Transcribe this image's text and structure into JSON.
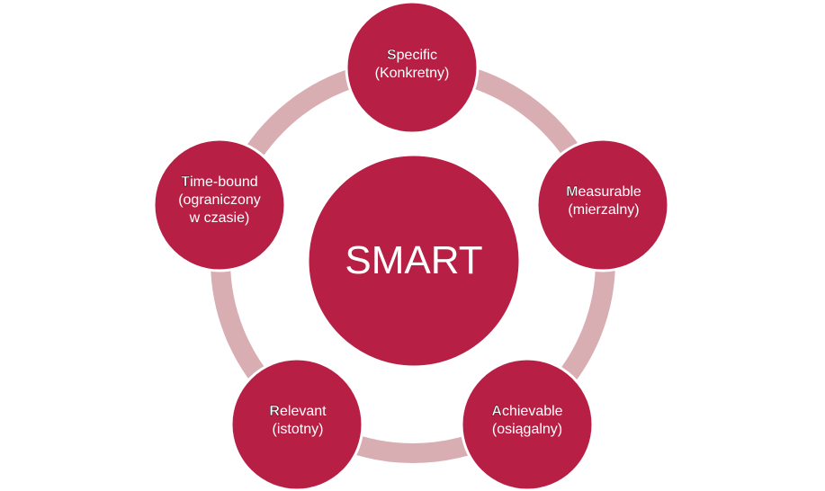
{
  "diagram": {
    "center": {
      "label": "SMART"
    },
    "nodes": [
      {
        "initial": "S",
        "rest": "pecific",
        "lines": [
          "(Konkretny)"
        ]
      },
      {
        "initial": "M",
        "rest": "easurable",
        "lines": [
          "(mierzalny)"
        ]
      },
      {
        "initial": "A",
        "rest": "chievable",
        "lines": [
          "(osiągalny)"
        ]
      },
      {
        "initial": "R",
        "rest": "elevant",
        "lines": [
          "(istotny)"
        ]
      },
      {
        "initial": "T",
        "rest": "ime-bound",
        "lines": [
          "(ograniczony",
          "w czasie)"
        ]
      }
    ],
    "colors": {
      "node_fill": "#b71f45",
      "ring": "#d8aeb3",
      "text": "#ffffff"
    }
  }
}
